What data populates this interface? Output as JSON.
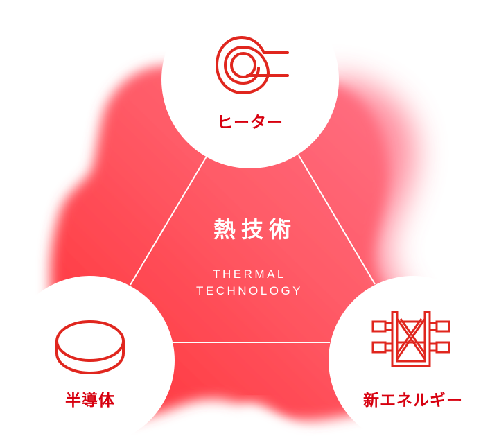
{
  "diagram": {
    "center": {
      "title": "熱技術",
      "subtitle_line1": "THERMAL",
      "subtitle_line2": "TECHNOLOGY"
    },
    "nodes": [
      {
        "id": "heater",
        "label": "ヒーター",
        "icon": "heater-coil-icon",
        "position": "top"
      },
      {
        "id": "semiconductor",
        "label": "半導体",
        "icon": "wafer-disc-icon",
        "position": "bottom-left"
      },
      {
        "id": "new-energy",
        "label": "新エネルギー",
        "icon": "fuel-cell-stack-icon",
        "position": "bottom-right"
      }
    ],
    "colors": {
      "accent_red": "#d7000f",
      "icon_red": "#e0261e",
      "blob_red": "#ff3b3f",
      "blob_pink": "#ff6b7e",
      "line_white": "#ffffff"
    }
  }
}
